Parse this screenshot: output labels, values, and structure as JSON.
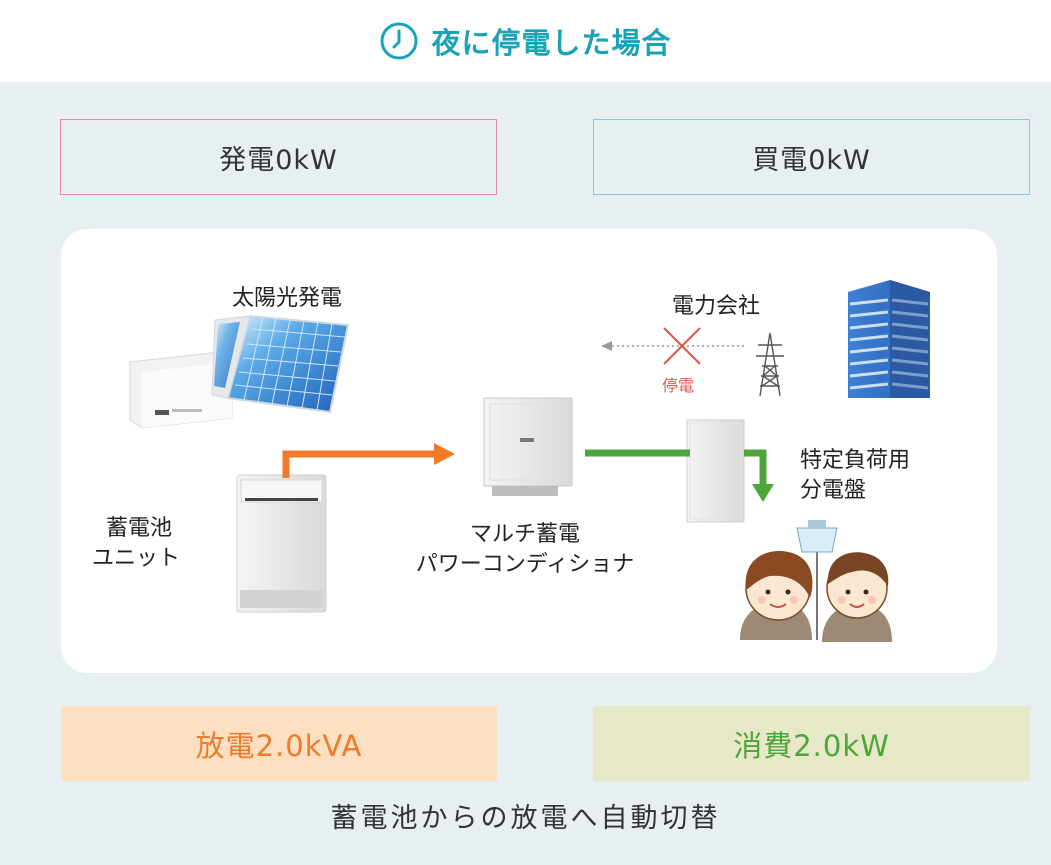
{
  "header": {
    "title": "夜に停電した場合",
    "icon": "clock-icon"
  },
  "stats": {
    "generation": "発電0kW",
    "purchase": "買電0kW"
  },
  "diagram": {
    "solar_label": "太陽光発電",
    "utility_label": "電力会社",
    "outage_label": "停電",
    "battery_label_line1": "蓄電池",
    "battery_label_line2": "ユニット",
    "pcs_label_line1": "マルチ蓄電",
    "pcs_label_line2": "パワーコンディショナ",
    "panel_label_line1": "特定負荷用",
    "panel_label_line2": "分電盤"
  },
  "summary": {
    "discharge": "放電2.0kVA",
    "consumption": "消費2.0kW"
  },
  "footer": {
    "caption": "蓄電池からの放電へ自動切替"
  },
  "colors": {
    "accent": "#1aa3b8",
    "discharge_flow": "#ee7a2a",
    "consumption_flow": "#4ea53a",
    "outage": "#e0574a"
  }
}
